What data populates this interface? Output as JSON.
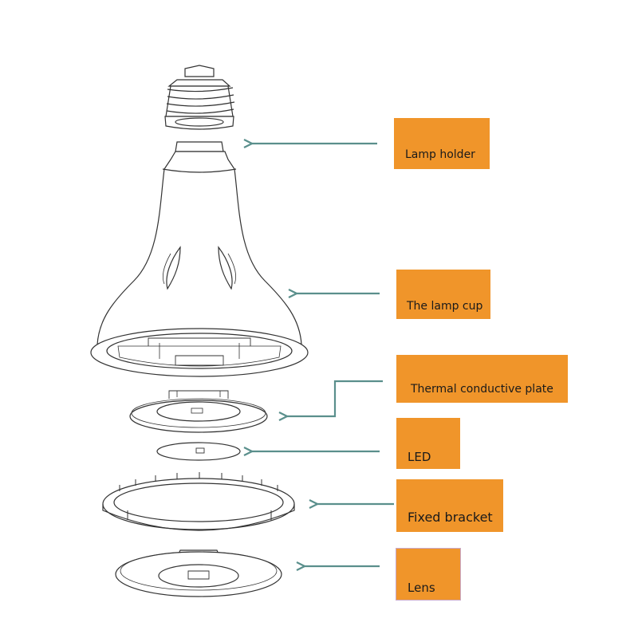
{
  "labels": {
    "lamp_holder": "Lamp holder",
    "lamp_cup": "The lamp cup",
    "thermal_plate": "Thermal conductive plate",
    "led": "LED",
    "fixed_bracket": "Fixed bracket",
    "lens": "Lens"
  },
  "colors": {
    "label_background": "#f0952a",
    "arrow": "#5a8f8c",
    "line_art": "#333333"
  }
}
